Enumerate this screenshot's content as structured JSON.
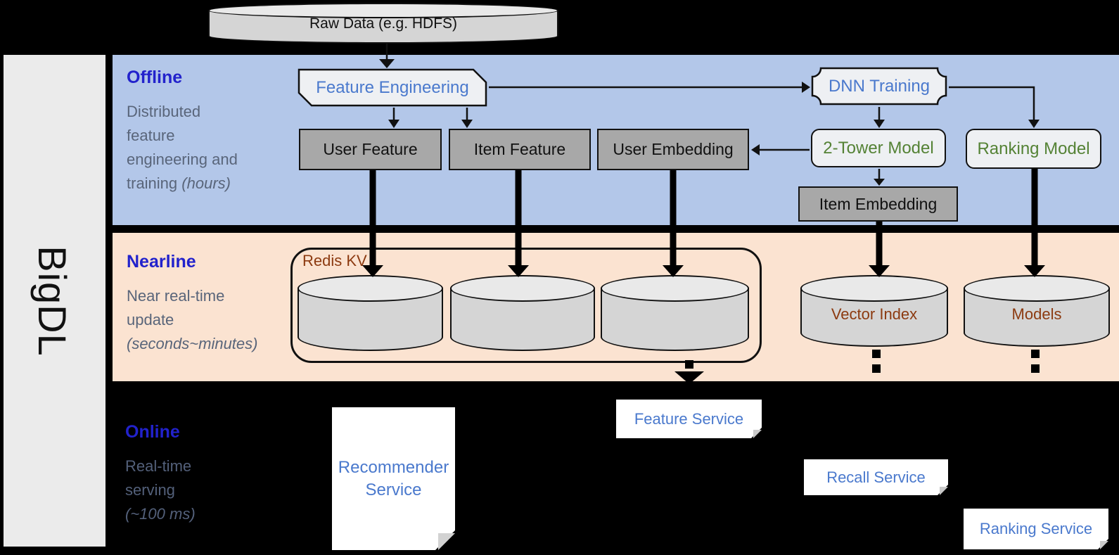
{
  "sidebar": {
    "title": "BigDL"
  },
  "source": {
    "label": "Raw Data (e.g. HDFS)"
  },
  "offline": {
    "label": "Offline",
    "desc_line1": "Distributed",
    "desc_line2": "feature",
    "desc_line3": "engineering and",
    "desc_line4": "training",
    "desc_italic": "(hours)",
    "feature_engineering": "Feature Engineering",
    "user_feature": "User Feature",
    "item_feature": "Item Feature",
    "user_embedding": "User Embedding",
    "dnn_training": "DNN Training",
    "two_tower_model": "2-Tower Model",
    "ranking_model": "Ranking Model",
    "item_embedding": "Item Embedding"
  },
  "nearline": {
    "label": "Nearline",
    "desc_line1": "Near real-time",
    "desc_line2": "update",
    "desc_italic": "(seconds~minutes)",
    "redis_kv_label": "Redis KV",
    "vector_index": "Vector Index",
    "models": "Models"
  },
  "online": {
    "label": "Online",
    "desc_line1": "Real-time",
    "desc_line2": "serving",
    "desc_italic": "(~100 ms)",
    "recommender_line1": "Recommender",
    "recommender_line2": "Service",
    "feature_service": "Feature Service",
    "recall_service": "Recall Service",
    "ranking_service": "Ranking Service"
  },
  "colors": {
    "offline_band": "#b3c7e9",
    "nearline_band": "#fbe3d1",
    "online_band": "#000000",
    "band_label_blue": "#2222cc",
    "description_gray": "#59657a",
    "node_text_blue": "#4a79cd",
    "model_text_green": "#548235",
    "storage_text_brown": "#8c3a10",
    "gray_box": "#a8a8a8",
    "light_box": "#eef0f3",
    "cylinder": "#d5d5d5",
    "sidebar_bg": "#ebebeb"
  }
}
